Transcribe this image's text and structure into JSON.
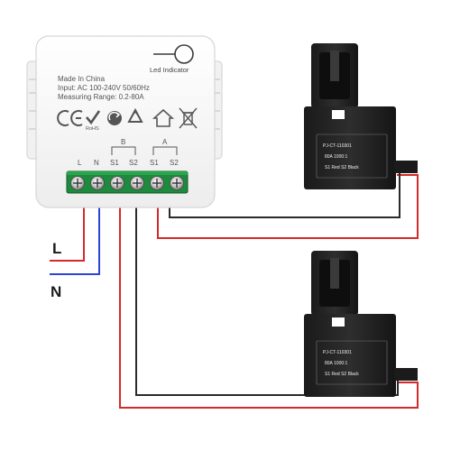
{
  "module": {
    "made_in": "Made In China",
    "input": "Input: AC 100-240V 50/60Hz",
    "range": "Measuring Range: 0.2-80A",
    "led_label": "Led Indicator",
    "cert_rohs": "RoHS",
    "group_b": "B",
    "group_a": "A",
    "terminals": [
      "L",
      "N",
      "S1",
      "S2",
      "S1",
      "S2"
    ]
  },
  "mains": {
    "live": "L",
    "neutral": "N"
  },
  "ct_top": {
    "model": "PJ-CT-110301",
    "rating": "80A 1000:1",
    "leads": "S1  Red  S2 Black"
  },
  "ct_bottom": {
    "model": "PJ-CT-110301",
    "rating": "80A 1000:1",
    "leads": "S1  Red  S2 Black"
  },
  "colors": {
    "live_wire": "#d42a2a",
    "neutral_wire": "#2b43d6",
    "signal_wire": "#2a2a2a",
    "terminal_block": "#1e8a3e"
  },
  "icons": [
    "ce-mark-icon",
    "check-mark-icon",
    "recycle-arrow-icon",
    "recycle-triangle-icon",
    "house-icon",
    "weee-bin-icon"
  ]
}
